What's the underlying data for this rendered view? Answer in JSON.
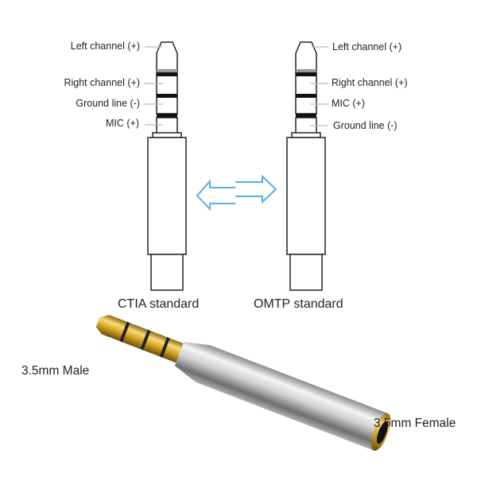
{
  "ctia": {
    "title": "CTIA standard",
    "labels": [
      "Left channel (+)",
      "Right channel (+)",
      "Ground line (-)",
      "MIC (+)"
    ]
  },
  "omtp": {
    "title": "OMTP standard",
    "labels": [
      "Left channel (+)",
      "Right channel (+)",
      "MIC (+)",
      "Ground line (-)"
    ]
  },
  "product": {
    "male_label": "3.5mm Male",
    "female_label": "3.5mm Female"
  },
  "colors": {
    "arrow": "#5aaee0",
    "gold": "#d4a520",
    "silver": "#c8c8c8"
  }
}
